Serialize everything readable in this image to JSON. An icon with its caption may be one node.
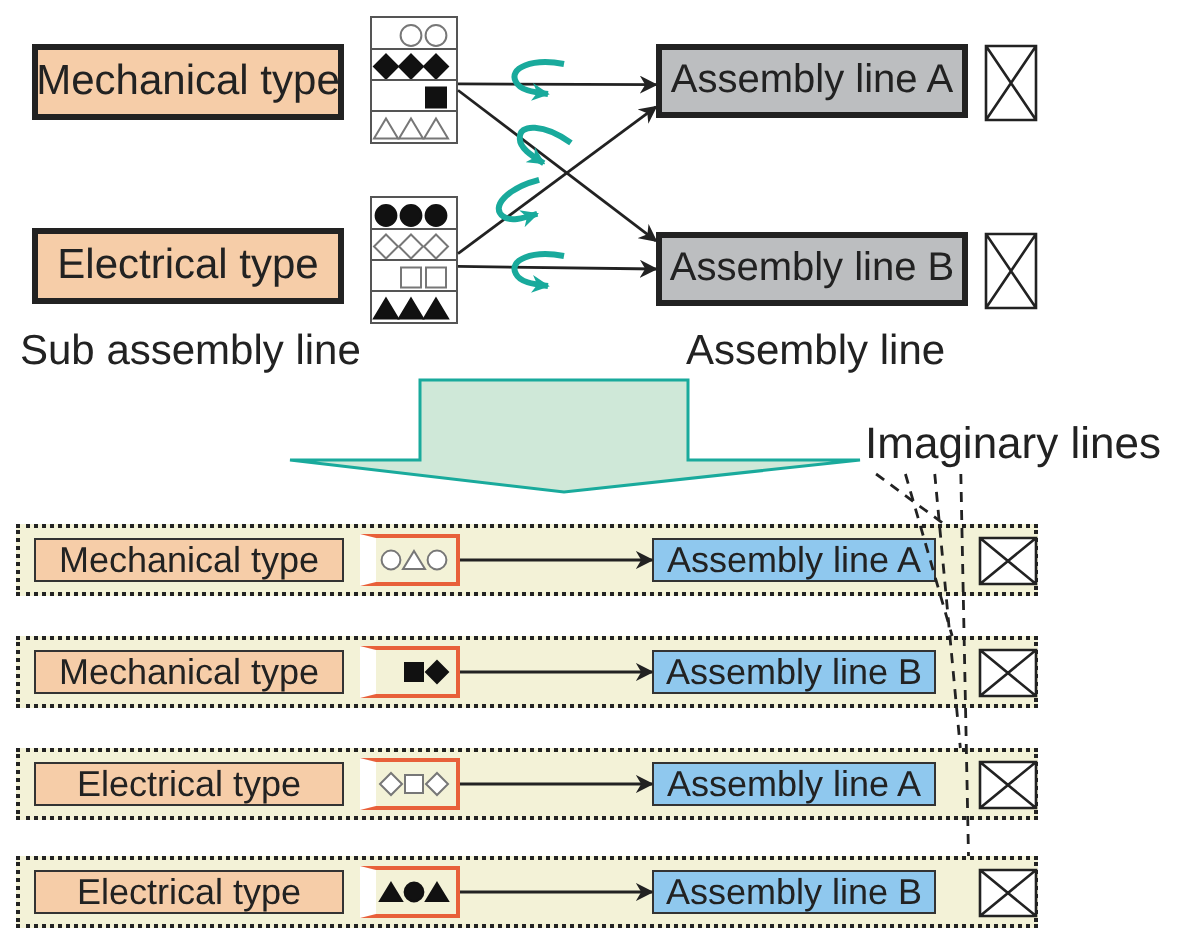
{
  "diagram": {
    "nodes": [
      {
        "text": [
          "Mechanical type"
        ]
      },
      {
        "text": [],
        "shape": "box"
      },
      {
        "text": [
          "Electrical type"
        ]
      },
      {
        "text": [],
        "shape": "box"
      },
      {
        "text": [
          "Assembly line A"
        ]
      },
      {
        "text": [
          "Assembly line B"
        ]
      },
      {
        "text": [
          "Imaginary lines"
        ]
      },
      {
        "text": [],
        "shape": "box"
      },
      {
        "text": [
          "Mechanical type"
        ],
        "in": 7
      },
      {
        "text": [],
        "shape": "box",
        "in": 7
      },
      {
        "text": [
          "Assembly line A"
        ],
        "in": 7
      },
      {
        "text": [],
        "shape": "box"
      },
      {
        "text": [
          "Mechanical type"
        ],
        "in": 11
      },
      {
        "text": [],
        "shape": "box",
        "in": 11
      },
      {
        "text": [
          "Assembly line B"
        ],
        "in": 11
      },
      {
        "text": [],
        "shape": "box"
      },
      {
        "text": [
          "Electrical type"
        ],
        "in": 15
      },
      {
        "text": [],
        "shape": "box",
        "in": 15
      },
      {
        "text": [
          "Assembly line A"
        ],
        "in": 15
      },
      {
        "text": [],
        "shape": "box"
      },
      {
        "text": [
          "Electrical type"
        ],
        "in": 19
      },
      {
        "text": [],
        "shape": "box",
        "in": 19
      },
      {
        "text": [
          "Assembly line B"
        ],
        "in": 19
      }
    ],
    "edges": [
      {
        "from": 1,
        "to": 4,
        "arrow": "to"
      },
      {
        "from": 1,
        "to": 5,
        "arrow": "to"
      },
      {
        "from": 3,
        "to": 4,
        "arrow": "to"
      },
      {
        "from": 3,
        "to": 5,
        "arrow": "to"
      },
      {
        "from": 9,
        "to": 10,
        "arrow": "to"
      },
      {
        "from": 13,
        "to": 14,
        "arrow": "to"
      },
      {
        "from": 17,
        "to": 18,
        "arrow": "to"
      },
      {
        "from": 21,
        "to": 22,
        "arrow": "to"
      },
      {
        "from": 6,
        "to": 7,
        "arrow": "none",
        "style": "dashed"
      },
      {
        "from": 6,
        "to": 11,
        "arrow": "none",
        "style": "dashed"
      },
      {
        "from": 6,
        "to": 15,
        "arrow": "none",
        "style": "dashed"
      },
      {
        "from": 6,
        "to": 19,
        "arrow": "none",
        "style": "dashed"
      }
    ],
    "labels": [
      "Sub assembly line",
      "Assembly line"
    ]
  }
}
